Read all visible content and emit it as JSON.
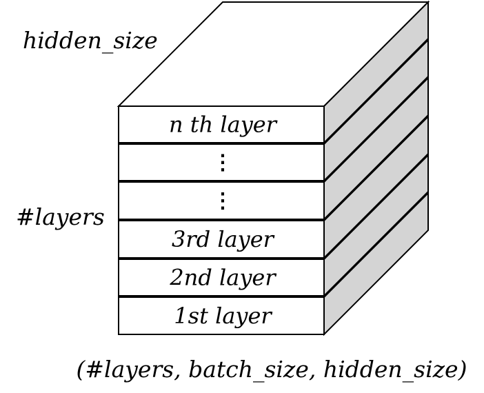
{
  "labels": {
    "hidden_size": "hidden_size",
    "layers": "#layers",
    "shape": "(#layers, batch_size, hidden_size)"
  },
  "layers": [
    {
      "label": "n th layer"
    },
    {
      "label": "⋮"
    },
    {
      "label": "⋮"
    },
    {
      "label": "3rd layer"
    },
    {
      "label": "2nd layer"
    },
    {
      "label": "1st layer"
    }
  ],
  "colors": {
    "stroke": "#000000",
    "front_fill": "#ffffff",
    "top_fill": "#ffffff",
    "side_fill": "#d4d4d4"
  }
}
